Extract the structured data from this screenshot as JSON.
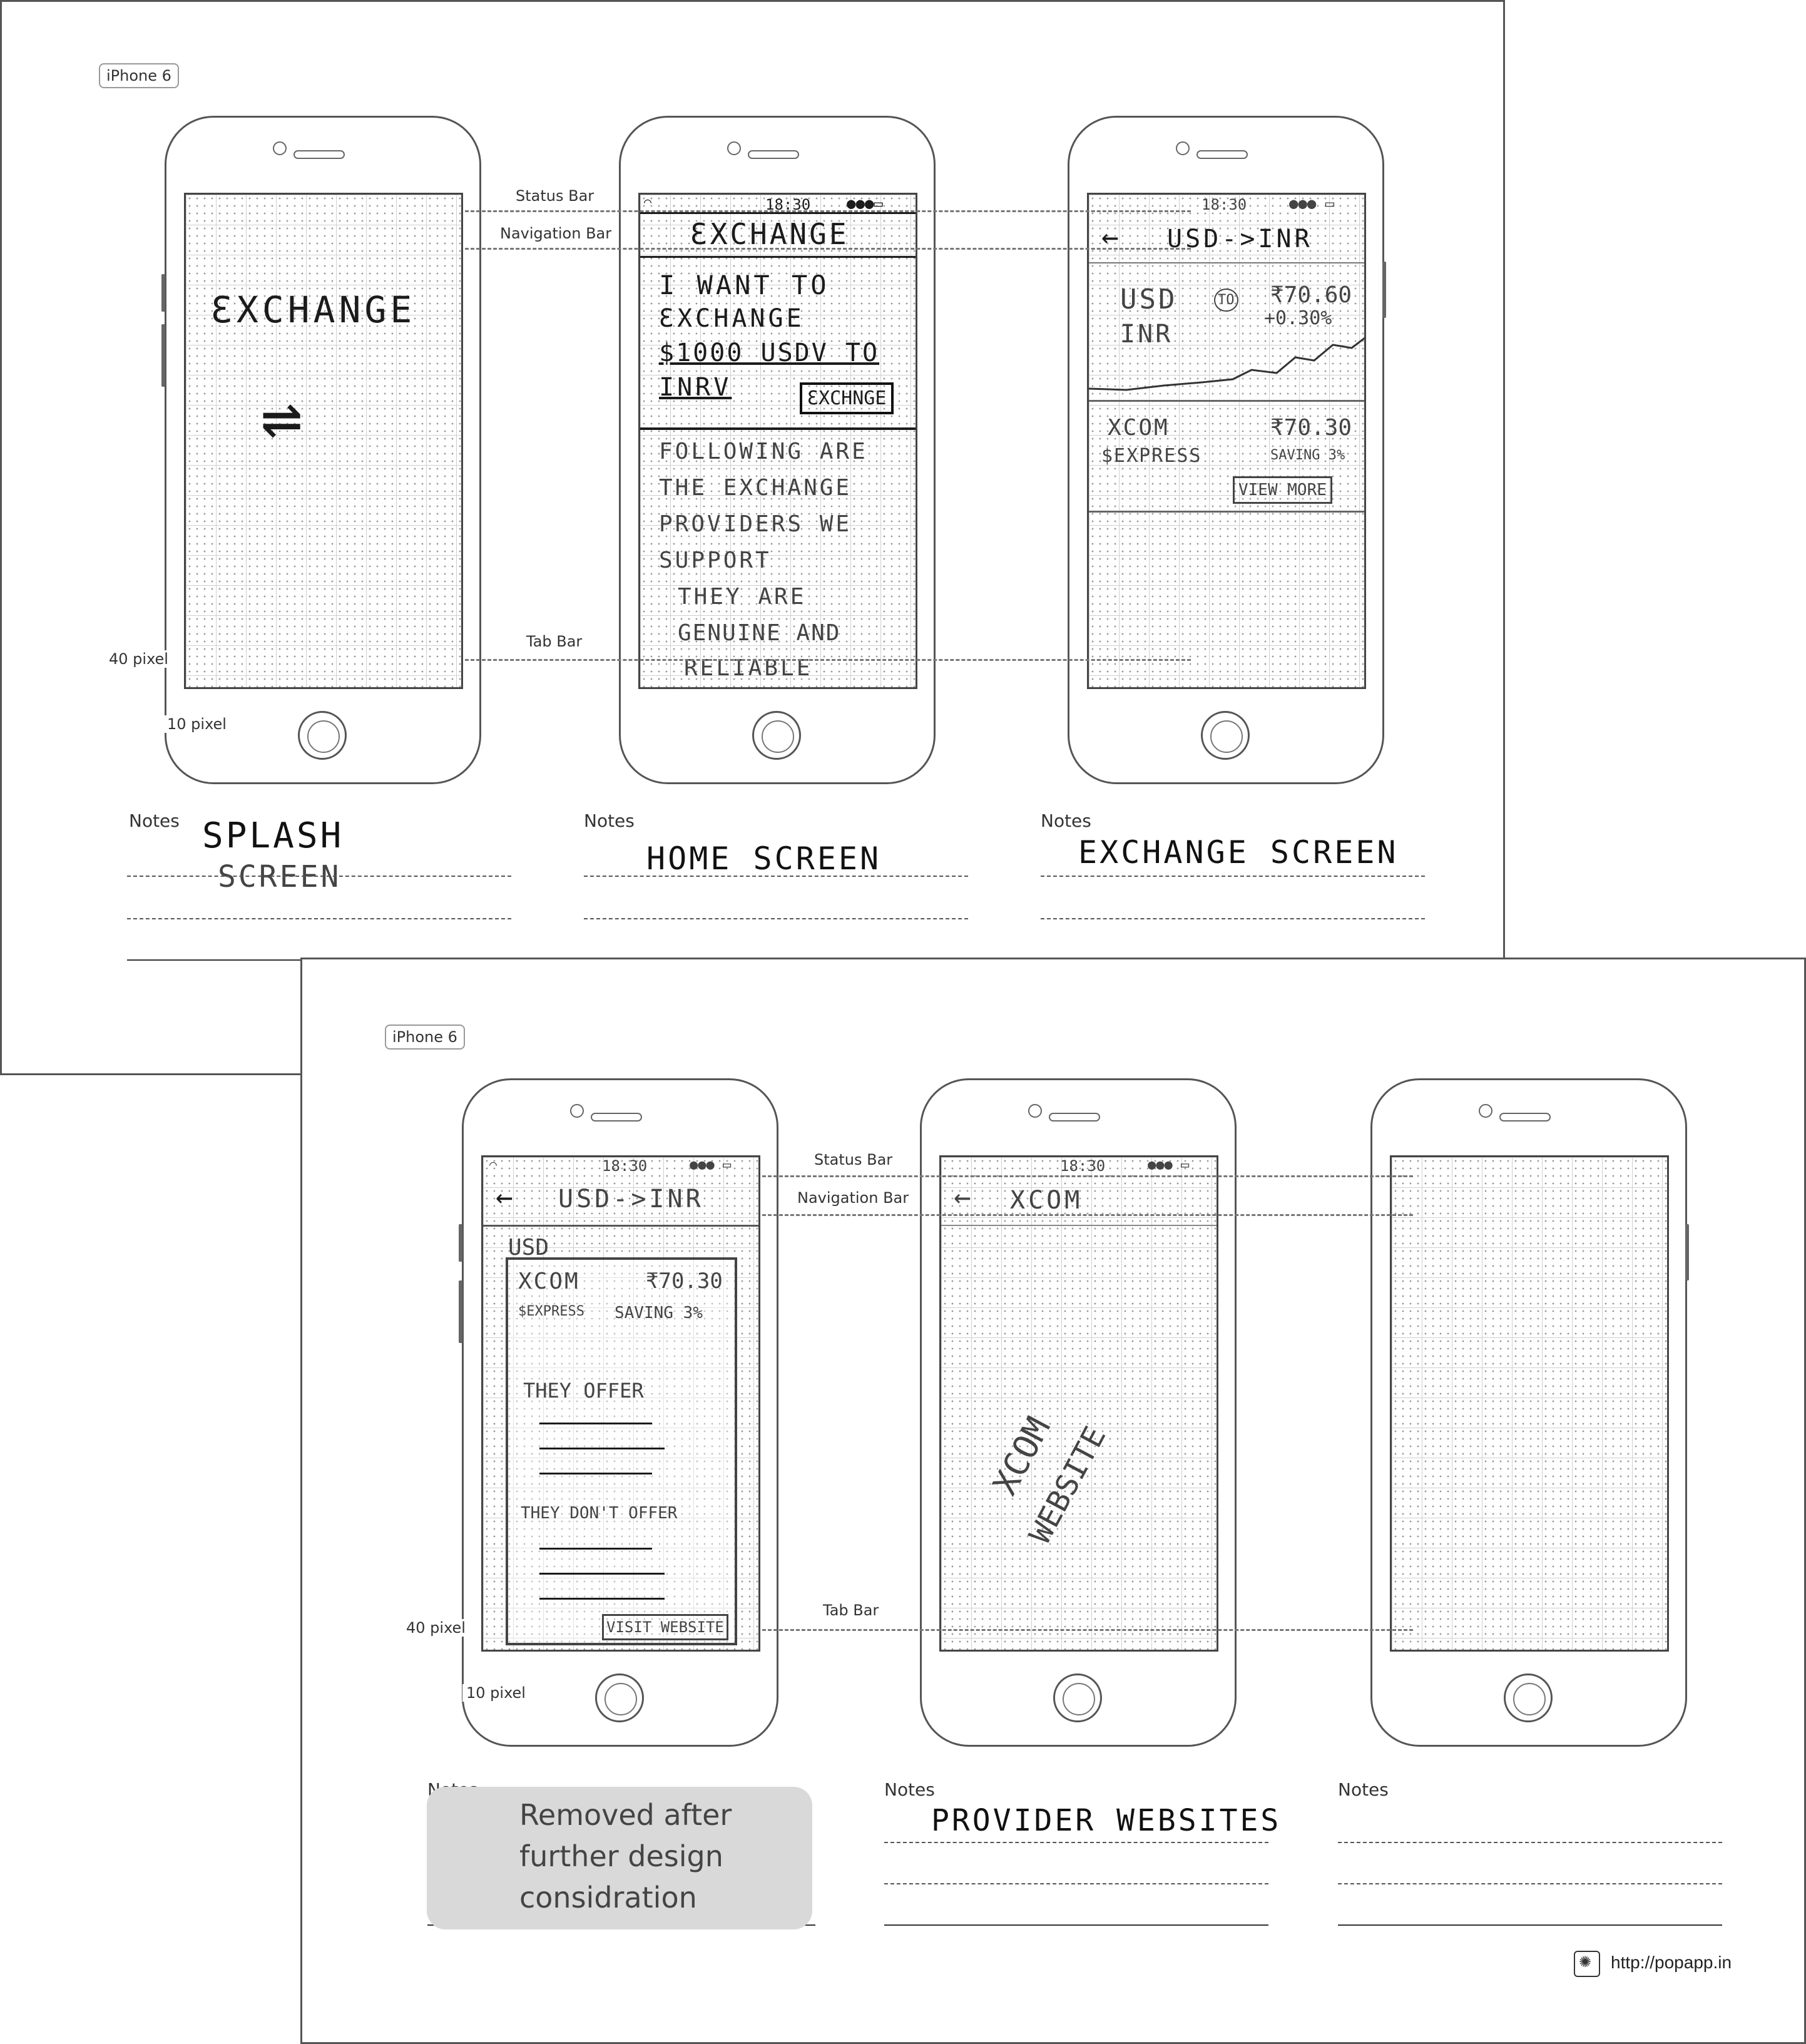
{
  "sheets": [
    {
      "device_tag": "iPhone 6",
      "guides": {
        "status_bar": "Status Bar",
        "navigation_bar": "Navigation Bar",
        "tab_bar": "Tab Bar",
        "side_40": "40 pixel",
        "bottom_10": "10 pixel"
      },
      "notes_label": "Notes",
      "phones": [
        {
          "title": "ƐXCHANGE",
          "arrows": "⇌",
          "note": [
            "SPLASH",
            "SCREEN"
          ]
        },
        {
          "time": "18:30",
          "nav_title": "ƐXCHANGE",
          "lines": [
            "I WANT TO",
            "ƐXCHANGE",
            "$1000 USDV TO",
            "INRV"
          ],
          "exchange_button": "ƐXCHNGE",
          "provider_text": [
            "FOLLOWING ARE",
            "THE EXCHANGE",
            "PROVIDERS WE",
            "SUPPORT",
            "THEY ARE",
            "GENUINE AND",
            "RELIABLE"
          ],
          "note": [
            "HOME SCREEN"
          ]
        },
        {
          "time": "18:30",
          "nav_title": "USD->INR",
          "pair_left": "USD",
          "pair_to": "TO",
          "pair_right": "INR",
          "rate": "₹70.60",
          "change": "+0.30%",
          "provider_name": "XCOM",
          "provider_rate": "₹70.30",
          "provider_sub": "$EXPRESS",
          "provider_saving": "SAVING 3%",
          "view_more": "VIEW MORE",
          "note": [
            "EXCHANGE SCREEN"
          ]
        }
      ]
    },
    {
      "device_tag": "iPhone 6",
      "guides": {
        "status_bar": "Status Bar",
        "navigation_bar": "Navigation Bar",
        "tab_bar": "Tab Bar",
        "side_40": "40 pixel",
        "bottom_10": "10 pixel"
      },
      "notes_label": "Notes",
      "phones": [
        {
          "time": "18:30",
          "nav_title": "USD->INR",
          "currency": "USD",
          "provider_name": "XCOM",
          "provider_rate": "₹70.30",
          "provider_sub": "$EXPRESS",
          "provider_saving": "SAVING 3%",
          "offer_title": "THEY OFFER",
          "not_offer_title": "THEY DON'T OFFER",
          "visit_button": "VISIT WEBSITE",
          "note": [
            "Removed after",
            "further design",
            "consideration"
          ]
        },
        {
          "time": "18:30",
          "nav_title": "XCOM",
          "watermark": [
            "XCOM",
            "WEBSITE"
          ],
          "note": [
            "PROVIDER WEBSITES"
          ]
        },
        {
          "note": []
        }
      ]
    }
  ],
  "overlay_text": [
    "Removed after",
    "further design",
    "considration"
  ],
  "footer": {
    "url": "http://popapp.in",
    "logo": "popapp-logo-icon"
  }
}
